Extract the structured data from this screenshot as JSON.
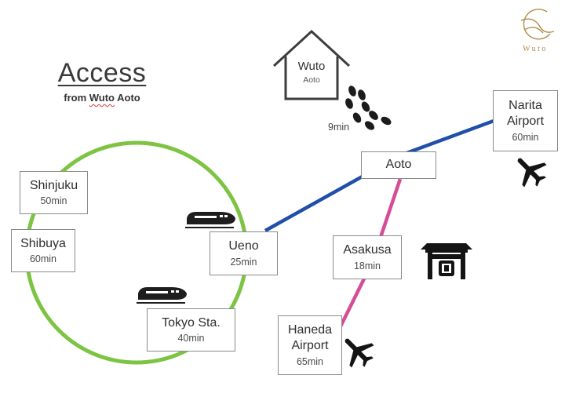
{
  "header": {
    "title": "Access",
    "subtitle_prefix": "from ",
    "subtitle_wuto": "Wuto",
    "subtitle_suffix": " Aoto"
  },
  "logo": {
    "word": "Wuto",
    "icon": "crescent-logo-icon",
    "color": "#b08d4a"
  },
  "home": {
    "name": "Wuto",
    "sub": "Aoto",
    "icon": "house-icon"
  },
  "walk": {
    "time": "9min",
    "icon": "footprints-icon"
  },
  "stations": {
    "aoto": {
      "name": "Aoto"
    },
    "narita": {
      "name_line1": "Narita",
      "name_line2": "Airport",
      "time": "60min"
    },
    "ueno": {
      "name": "Ueno",
      "time": "25min"
    },
    "asakusa": {
      "name": "Asakusa",
      "time": "18min"
    },
    "haneda": {
      "name_line1": "Haneda",
      "name_line2": "Airport",
      "time": "65min"
    },
    "shinjuku": {
      "name": "Shinjuku",
      "time": "50min"
    },
    "shibuya": {
      "name": "Shibuya",
      "time": "60min"
    },
    "tokyo": {
      "name": "Tokyo Sta.",
      "time": "40min"
    }
  },
  "lines": [
    {
      "name": "keisei-line",
      "color": "#1f4fa8"
    },
    {
      "name": "asakusa-line",
      "color": "#d64d97"
    },
    {
      "name": "yamanote-loop",
      "color": "#7dc443"
    }
  ],
  "icons": [
    "airplane-icon",
    "train-icon",
    "shrine-gate-icon",
    "footprints-icon",
    "house-icon"
  ]
}
